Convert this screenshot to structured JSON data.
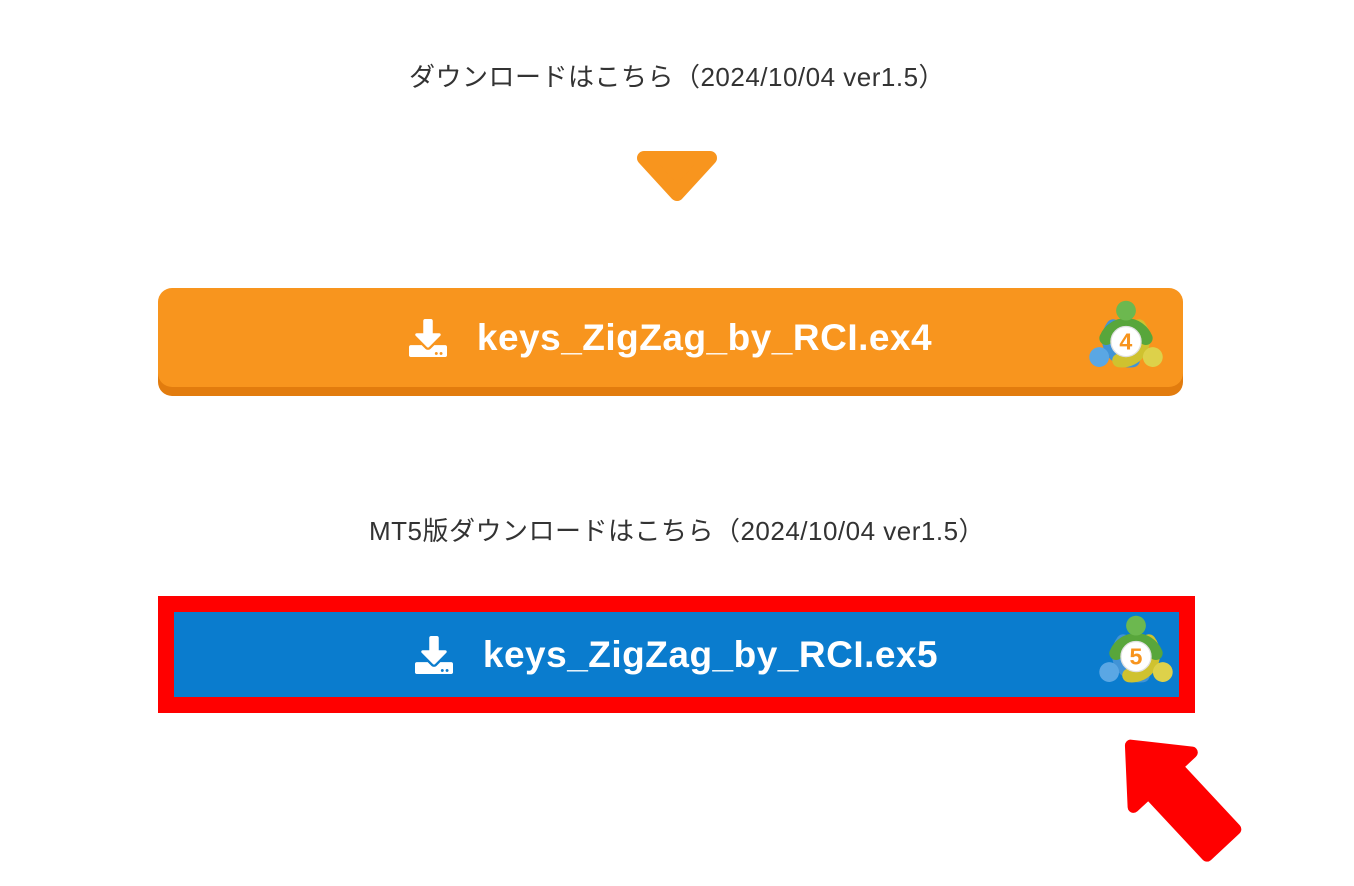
{
  "page": {
    "background_color": "#ffffff",
    "text_color": "#333333"
  },
  "mt4_section": {
    "heading": "ダウンロードはこちら（2024/10/04 ver1.5）",
    "download_button": {
      "label": "keys_ZigZag_by_RCI.ex4",
      "color": "#f8951e",
      "shadow_color": "#e27c0e",
      "text_color": "#ffffff",
      "icon": "download-icon",
      "logo": "metatrader4-logo",
      "logo_number": "4"
    }
  },
  "mt5_section": {
    "heading": "MT5版ダウンロードはこちら（2024/10/04 ver1.5）",
    "download_button": {
      "label": "keys_ZigZag_by_RCI.ex5",
      "color": "#0a7cce",
      "highlight_border_color": "#ff0000",
      "text_color": "#ffffff",
      "icon": "download-icon",
      "logo": "metatrader5-logo",
      "logo_number": "5"
    }
  },
  "decorations": {
    "down_triangle_color": "#f8951e",
    "pointer_arrow_color": "#ff0000"
  }
}
